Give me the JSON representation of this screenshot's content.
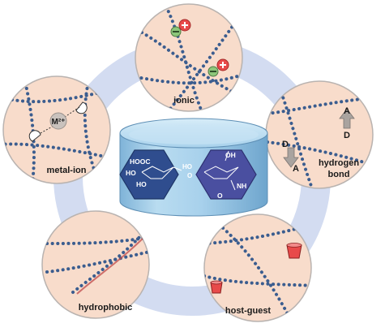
{
  "panels": {
    "ionic": {
      "label": "ionic"
    },
    "metal_ion": {
      "label": "metal-ion",
      "ion_label": "M²⁺"
    },
    "hydrogen_bond": {
      "label_line1": "hydrogen",
      "label_line2": "bond",
      "acceptor": "A",
      "donor": "D"
    },
    "hydrophobic": {
      "label": "hydrophobic"
    },
    "host_guest": {
      "label": "host-guest"
    }
  },
  "center": {
    "left_ring_group": "HOOC",
    "left_ho_1": "HO",
    "left_ho_2": "HO",
    "linker_ho": "HO",
    "linker_o": "O",
    "right_oh": "OH",
    "right_nh": "NH",
    "right_o": "O"
  },
  "colors": {
    "ring": "#cfd8ef",
    "panel_fill": "#f8dccb",
    "panel_stroke": "#b9b3b0",
    "bead": "#3b5d8f",
    "hex_left": "#2f4d8e",
    "hex_right": "#4a4fa0",
    "jar": "#9cc7e4"
  },
  "icons": [
    "plus-icon",
    "minus-icon",
    "arrow-icon",
    "cup-icon"
  ]
}
